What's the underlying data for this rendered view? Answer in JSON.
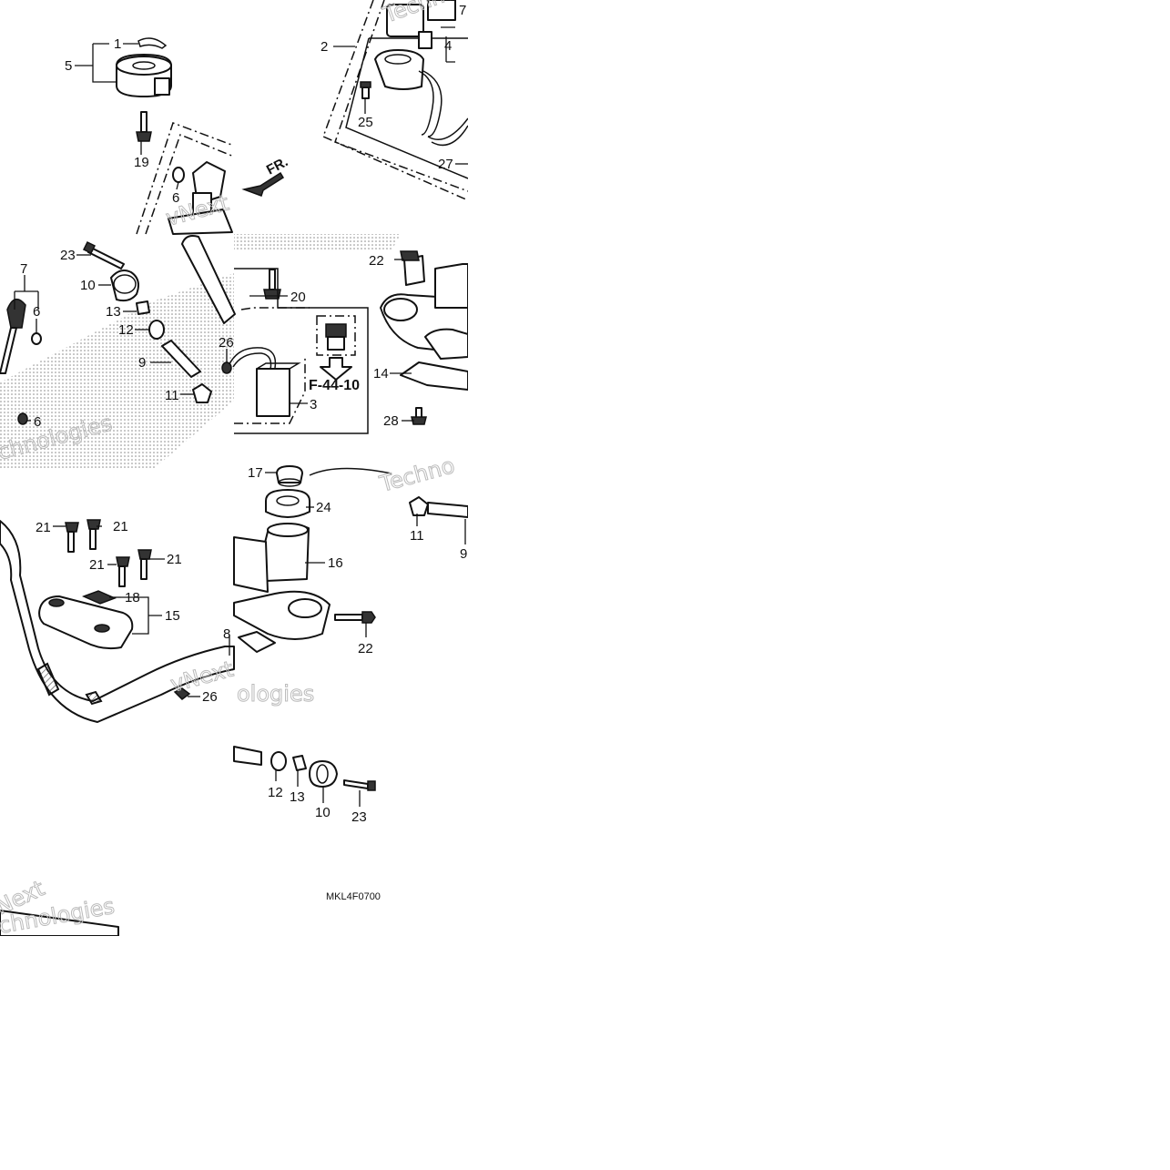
{
  "diagram": {
    "callouts": {
      "c1": "1",
      "c2": "2",
      "c3": "3",
      "c4": "4",
      "c5": "5",
      "c6": "6",
      "c7": "7",
      "c8": "8",
      "c9": "9",
      "c10": "10",
      "c11": "11",
      "c12": "12",
      "c13": "13",
      "c14": "14",
      "c15": "15",
      "c16": "16",
      "c17": "17",
      "c18": "18",
      "c19": "19",
      "c20": "20",
      "c21": "21",
      "c22": "22",
      "c23": "23",
      "c24": "24",
      "c25": "25",
      "c26": "26",
      "c27": "27",
      "c28": "28"
    },
    "reference_label": "F-44-10",
    "front_arrow_label": "FR.",
    "diagram_code": "MKL4F0700",
    "watermarks": {
      "brand_1": "vNext",
      "brand_2": "Technologies",
      "brand_3": "Techno",
      "brand_4": "chnologies",
      "brand_5": "Next",
      "brand_6": "ologies"
    }
  }
}
